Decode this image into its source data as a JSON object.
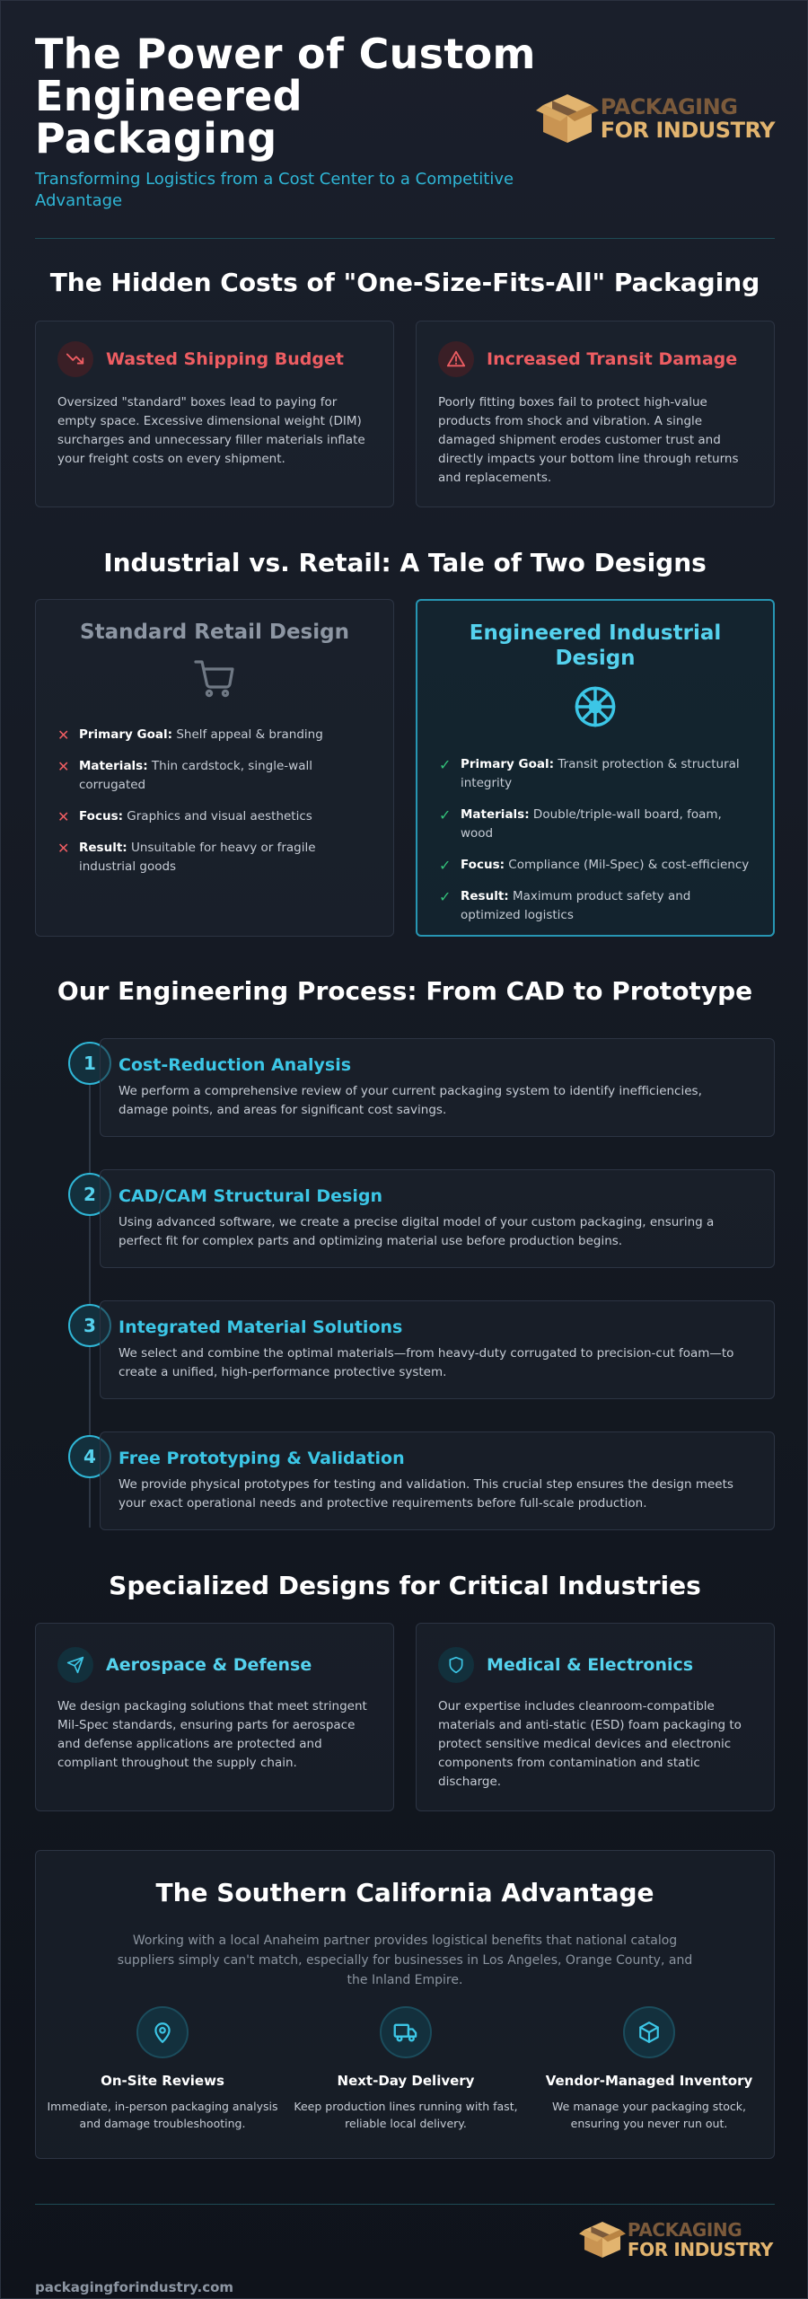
{
  "header": {
    "title": "The Power of Custom Engineered Packaging",
    "subtitle": "Transforming Logistics from a Cost Center to a Competitive Advantage",
    "logo_line1": "PACKAGING",
    "logo_line2": "FOR INDUSTRY"
  },
  "colors": {
    "accent": "#2fb6d6",
    "danger": "#ee5d62",
    "success": "#33c27a",
    "brand_gold": "#e2b46f",
    "brand_brown": "#7b5a3b"
  },
  "hidden_costs": {
    "title": "The Hidden Costs of \"One-Size-Fits-All\" Packaging",
    "cards": [
      {
        "icon": "trending-down-icon",
        "title": "Wasted Shipping Budget",
        "text": "Oversized \"standard\" boxes lead to paying for empty space. Excessive dimensional weight (DIM) surcharges and unnecessary filler materials inflate your freight costs on every shipment."
      },
      {
        "icon": "warning-triangle-icon",
        "title": "Increased Transit Damage",
        "text": "Poorly fitting boxes fail to protect high-value products from shock and vibration. A single damaged shipment erodes customer trust and directly impacts your bottom line through returns and replacements."
      }
    ]
  },
  "compare": {
    "title": "Industrial vs. Retail: A Tale of Two Designs",
    "retail": {
      "title": "Standard Retail Design",
      "icon": "shopping-cart-icon",
      "items": [
        {
          "label": "Primary Goal:",
          "text": "Shelf appeal & branding"
        },
        {
          "label": "Materials:",
          "text": "Thin cardstock, single-wall corrugated"
        },
        {
          "label": "Focus:",
          "text": "Graphics and visual aesthetics"
        },
        {
          "label": "Result:",
          "text": "Unsuitable for heavy or fragile industrial goods"
        }
      ]
    },
    "industrial": {
      "title": "Engineered Industrial Design",
      "icon": "snowflake-shield-icon",
      "items": [
        {
          "label": "Primary Goal:",
          "text": "Transit protection & structural integrity"
        },
        {
          "label": "Materials:",
          "text": "Double/triple-wall board, foam, wood"
        },
        {
          "label": "Focus:",
          "text": "Compliance (Mil-Spec) & cost-efficiency"
        },
        {
          "label": "Result:",
          "text": "Maximum product safety and optimized logistics"
        }
      ]
    },
    "cross": "✕",
    "check": "✓"
  },
  "process": {
    "title": "Our Engineering Process: From CAD to Prototype",
    "steps": [
      {
        "num": "1",
        "title": "Cost-Reduction Analysis",
        "text": "We perform a comprehensive review of your current packaging system to identify inefficiencies, damage points, and areas for significant cost savings."
      },
      {
        "num": "2",
        "title": "CAD/CAM Structural Design",
        "text": "Using advanced software, we create a precise digital model of your custom packaging, ensuring a perfect fit for complex parts and optimizing material use before production begins."
      },
      {
        "num": "3",
        "title": "Integrated Material Solutions",
        "text": "We select and combine the optimal materials—from heavy-duty corrugated to precision-cut foam—to create a unified, high-performance protective system."
      },
      {
        "num": "4",
        "title": "Free Prototyping & Validation",
        "text": "We provide physical prototypes for testing and validation. This crucial step ensures the design meets your exact operational needs and protective requirements before full-scale production."
      }
    ]
  },
  "industries": {
    "title": "Specialized Designs for Critical Industries",
    "cards": [
      {
        "icon": "send-plane-icon",
        "title": "Aerospace & Defense",
        "text": "We design packaging solutions that meet stringent Mil-Spec standards, ensuring parts for aerospace and defense applications are protected and compliant throughout the supply chain."
      },
      {
        "icon": "shield-icon",
        "title": "Medical & Electronics",
        "text": "Our expertise includes cleanroom-compatible materials and anti-static (ESD) foam packaging to protect sensitive medical devices and electronic components from contamination and static discharge."
      }
    ]
  },
  "advantage": {
    "title": "The Southern California Advantage",
    "intro": "Working with a local Anaheim partner provides logistical benefits that national catalog suppliers simply can't match, especially for businesses in Los Angeles, Orange County, and the Inland Empire.",
    "features": [
      {
        "icon": "map-pin-icon",
        "title": "On-Site Reviews",
        "text": "Immediate, in-person packaging analysis and damage troubleshooting."
      },
      {
        "icon": "delivery-truck-icon",
        "title": "Next-Day Delivery",
        "text": "Keep production lines running with fast, reliable local delivery."
      },
      {
        "icon": "package-box-icon",
        "title": "Vendor-Managed Inventory",
        "text": "We manage your packaging stock, ensuring you never run out."
      }
    ]
  },
  "footer": {
    "url": "packagingforindustry.com",
    "logo_line1": "PACKAGING",
    "logo_line2": "FOR INDUSTRY"
  }
}
